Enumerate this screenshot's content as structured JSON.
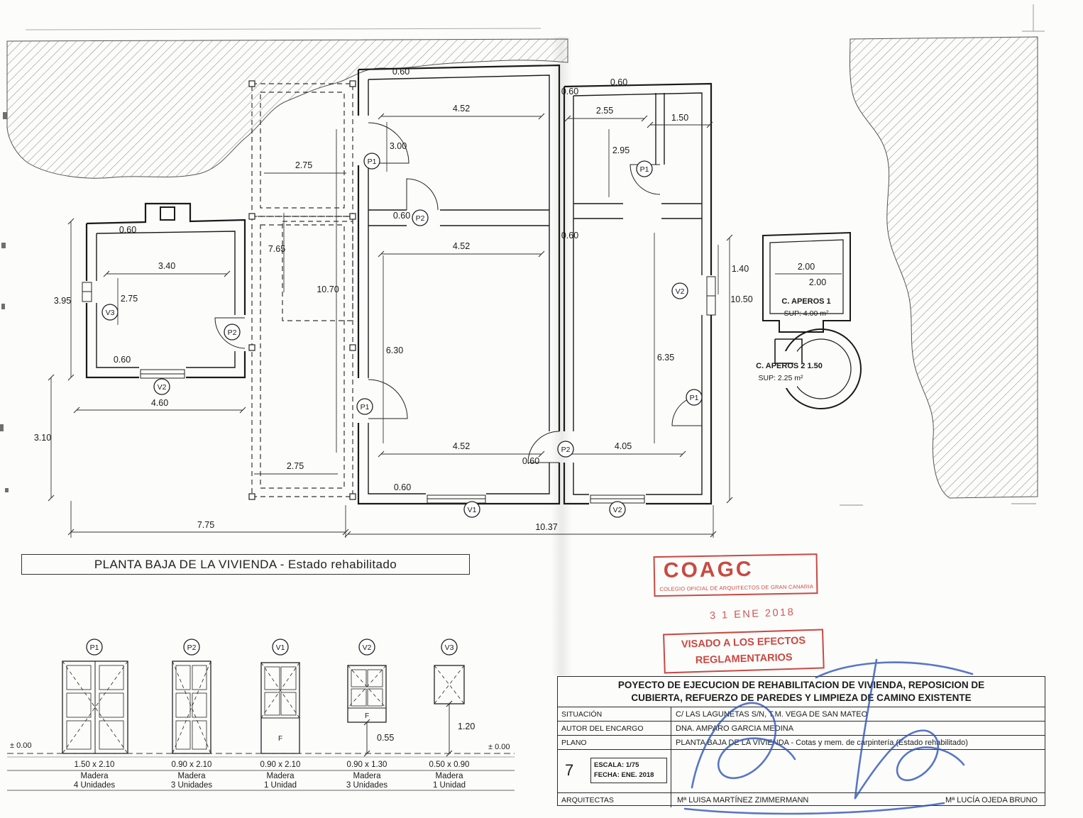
{
  "page": {
    "title": "PLANTA BAJA DE LA VIVIENDA - Estado rehabilitado"
  },
  "plan": {
    "labels": {
      "p1": "P1",
      "p2": "P2",
      "v1": "V1",
      "v2": "V2",
      "v3": "V3"
    },
    "dims": {
      "top_060": "0.60",
      "top_452": "4.52",
      "top_300": "3.00",
      "mid_060": "0.60",
      "mid_452": "4.52",
      "c_630": "6.30",
      "bot_452": "4.52",
      "bot_060_r": "0.60",
      "bot_060": "0.60",
      "r_060_a": "0.60",
      "r_060_b": "0.60",
      "r_255": "2.55",
      "r_150": "1.50",
      "r_295": "2.95",
      "r_060_c": "0.60",
      "r_140": "1.40",
      "r_1050": "10.50",
      "r_635": "6.35",
      "r_405": "4.05",
      "m_275a": "2.75",
      "m_765": "7.65",
      "m_1070": "10.70",
      "m_275b": "2.75",
      "l_060a": "0.60",
      "l_340": "3.40",
      "l_275": "2.75",
      "l_395": "3.95",
      "l_060b": "0.60",
      "l_460": "4.60",
      "l_310": "3.10",
      "b_775": "7.75",
      "b_1037": "10.37",
      "a_200a": "2.00",
      "a_200b": "2.00"
    },
    "aperos1_title": "C. APEROS 1",
    "aperos1_sup": "SUP: 4.00 m²",
    "aperos2_title": "C. APEROS 2 1.50",
    "aperos2_sup": "SUP: 2.25 m²"
  },
  "legend": {
    "level": "± 0.00",
    "f": "F",
    "v2_offset": "0.55",
    "v3_offset": "1.20",
    "items": [
      {
        "label": "P1",
        "size": "1.50 x 2.10",
        "material": "Madera",
        "units": "4 Unidades"
      },
      {
        "label": "P2",
        "size": "0.90 x 2.10",
        "material": "Madera",
        "units": "3 Unidades"
      },
      {
        "label": "V1",
        "size": "0.90 x 2.10",
        "material": "Madera",
        "units": "1 Unidad"
      },
      {
        "label": "V2",
        "size": "0.90 x 1.30",
        "material": "Madera",
        "units": "3 Unidades"
      },
      {
        "label": "V3",
        "size": "0.50 x 0.90",
        "material": "Madera",
        "units": "1 Unidad"
      }
    ]
  },
  "stamp": {
    "org": "COAGC",
    "org_full": "COLEGIO OFICIAL DE ARQUITECTOS DE GRAN CANARIA",
    "date": "3 1 ENE 2018",
    "visado1": "VISADO A LOS EFECTOS",
    "visado2": "REGLAMENTARIOS"
  },
  "titleblock": {
    "project_line1": "POYECTO DE EJECUCION DE REHABILITACION DE VIVIENDA, REPOSICION DE",
    "project_line2": "CUBIERTA, REFUERZO DE PAREDES Y LIMPIEZA DE CAMINO EXISTENTE",
    "situacion_label": "SITUACIÓN",
    "situacion_value": "C/ LAS LAGUNETAS S/N, T.M. VEGA DE SAN MATEO",
    "autor_label": "AUTOR DEL ENCARGO",
    "autor_value": "DNA. AMPARO GARCIA MEDINA",
    "plano_label": "PLANO",
    "plano_value": "PLANTA BAJA DE LA VIVIENDA - Cotas y mem. de carpintería (Estado rehabilitado)",
    "sheet": "7",
    "escala": "ESCALA: 1/75",
    "fecha": "FECHA: ENE. 2018",
    "arq_label": "ARQUITECTAS",
    "arq1": "Mª LUISA MARTÍNEZ ZIMMERMANN",
    "arq2": "Mª LUCÍA OJEDA BRUNO"
  },
  "colors": {
    "stamp_red": "#c84a42",
    "signature_blue": "#2f55b8"
  }
}
